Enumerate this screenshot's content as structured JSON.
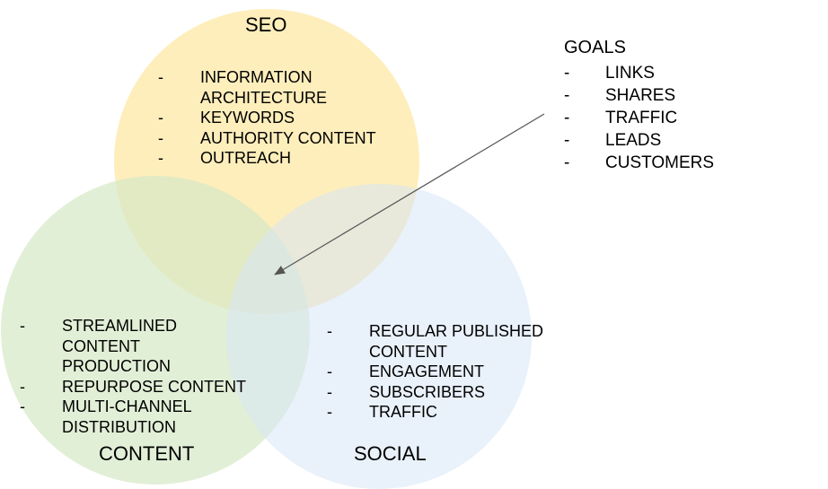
{
  "colors": {
    "seo": "#fde9a8",
    "content": "#d6e8c6",
    "social": "#d7e6f6"
  },
  "seo": {
    "title": "SEO",
    "items": [
      "INFORMATION\nARCHITECTURE",
      "KEYWORDS",
      "AUTHORITY CONTENT",
      "OUTREACH"
    ]
  },
  "content": {
    "title": "CONTENT",
    "items": [
      "STREAMLINED\nCONTENT\nPRODUCTION",
      "REPURPOSE CONTENT",
      "MULTI-CHANNEL\nDISTRIBUTION"
    ]
  },
  "social": {
    "title": "SOCIAL",
    "items": [
      "REGULAR PUBLISHED\nCONTENT",
      "ENGAGEMENT",
      "SUBSCRIBERS",
      "TRAFFIC"
    ]
  },
  "goals": {
    "title": "GOALS",
    "items": [
      "LINKS",
      "SHARES",
      "TRAFFIC",
      "LEADS",
      "CUSTOMERS"
    ],
    "bullet": "-"
  }
}
